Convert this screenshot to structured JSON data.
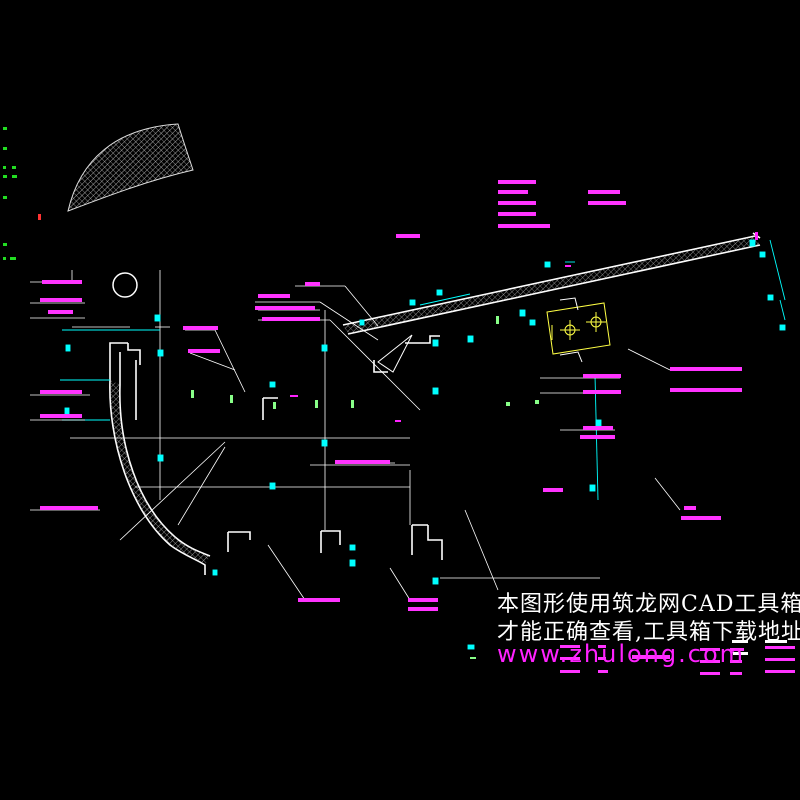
{
  "watermark": {
    "line1": "本图形使用筑龙网CAD工具箱",
    "line2": "才能正确查看,工具箱下载地址为:",
    "url": "www.zhulong.com"
  },
  "colors": {
    "background": "#000000",
    "wall": "#ffffff",
    "dimension": "#00ffff",
    "annotation": "#ff00ff",
    "leader": "#ffffff",
    "marker": "#00ff00"
  }
}
